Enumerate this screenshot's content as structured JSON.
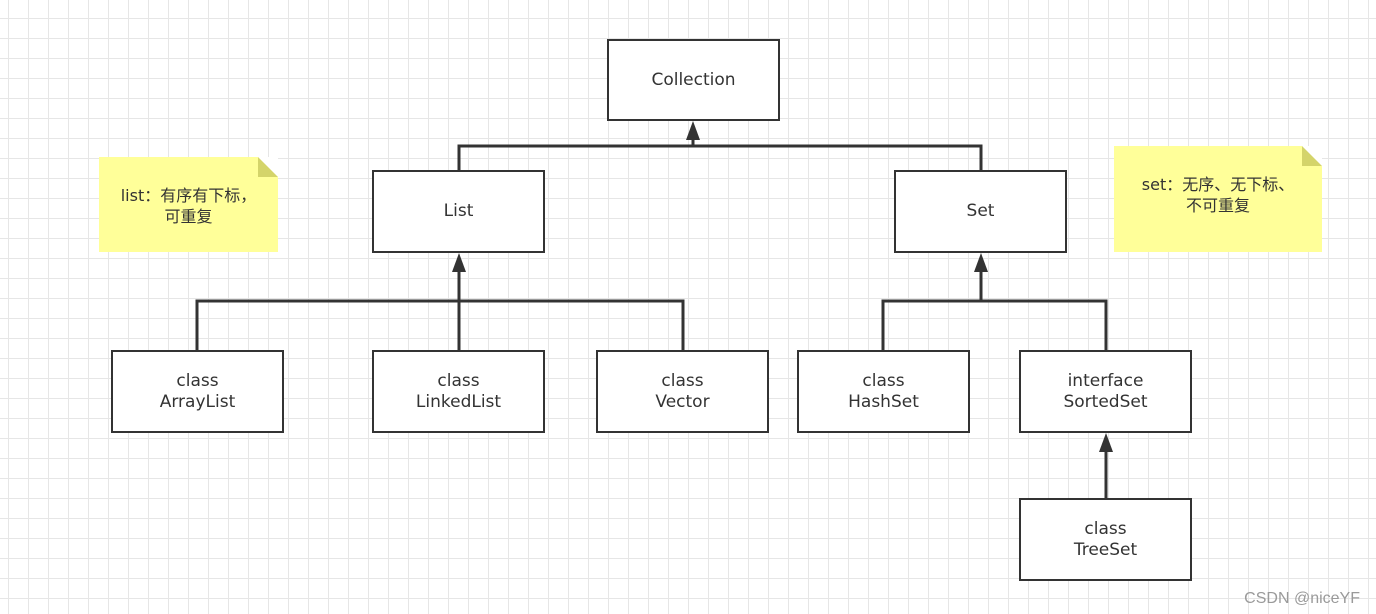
{
  "nodes": {
    "collection": "Collection",
    "list": "List",
    "set": "Set",
    "arraylist": {
      "kind": "class",
      "name": "ArrayList"
    },
    "linkedlist": {
      "kind": "class",
      "name": "LinkedList"
    },
    "vector": {
      "kind": "class",
      "name": "Vector"
    },
    "hashset": {
      "kind": "class",
      "name": "HashSet"
    },
    "sortedset": {
      "kind": "interface",
      "name": "SortedSet"
    },
    "treeset": {
      "kind": "class",
      "name": "TreeSet"
    }
  },
  "notes": {
    "list_note": "list：有序有下标，\n可重复",
    "set_note": "set：无序、无下标、\n不可重复"
  },
  "watermark": "CSDN @niceYF",
  "colors": {
    "line": "#333333",
    "note_bg": "#ffff99",
    "grid": "#e6e6e6"
  }
}
